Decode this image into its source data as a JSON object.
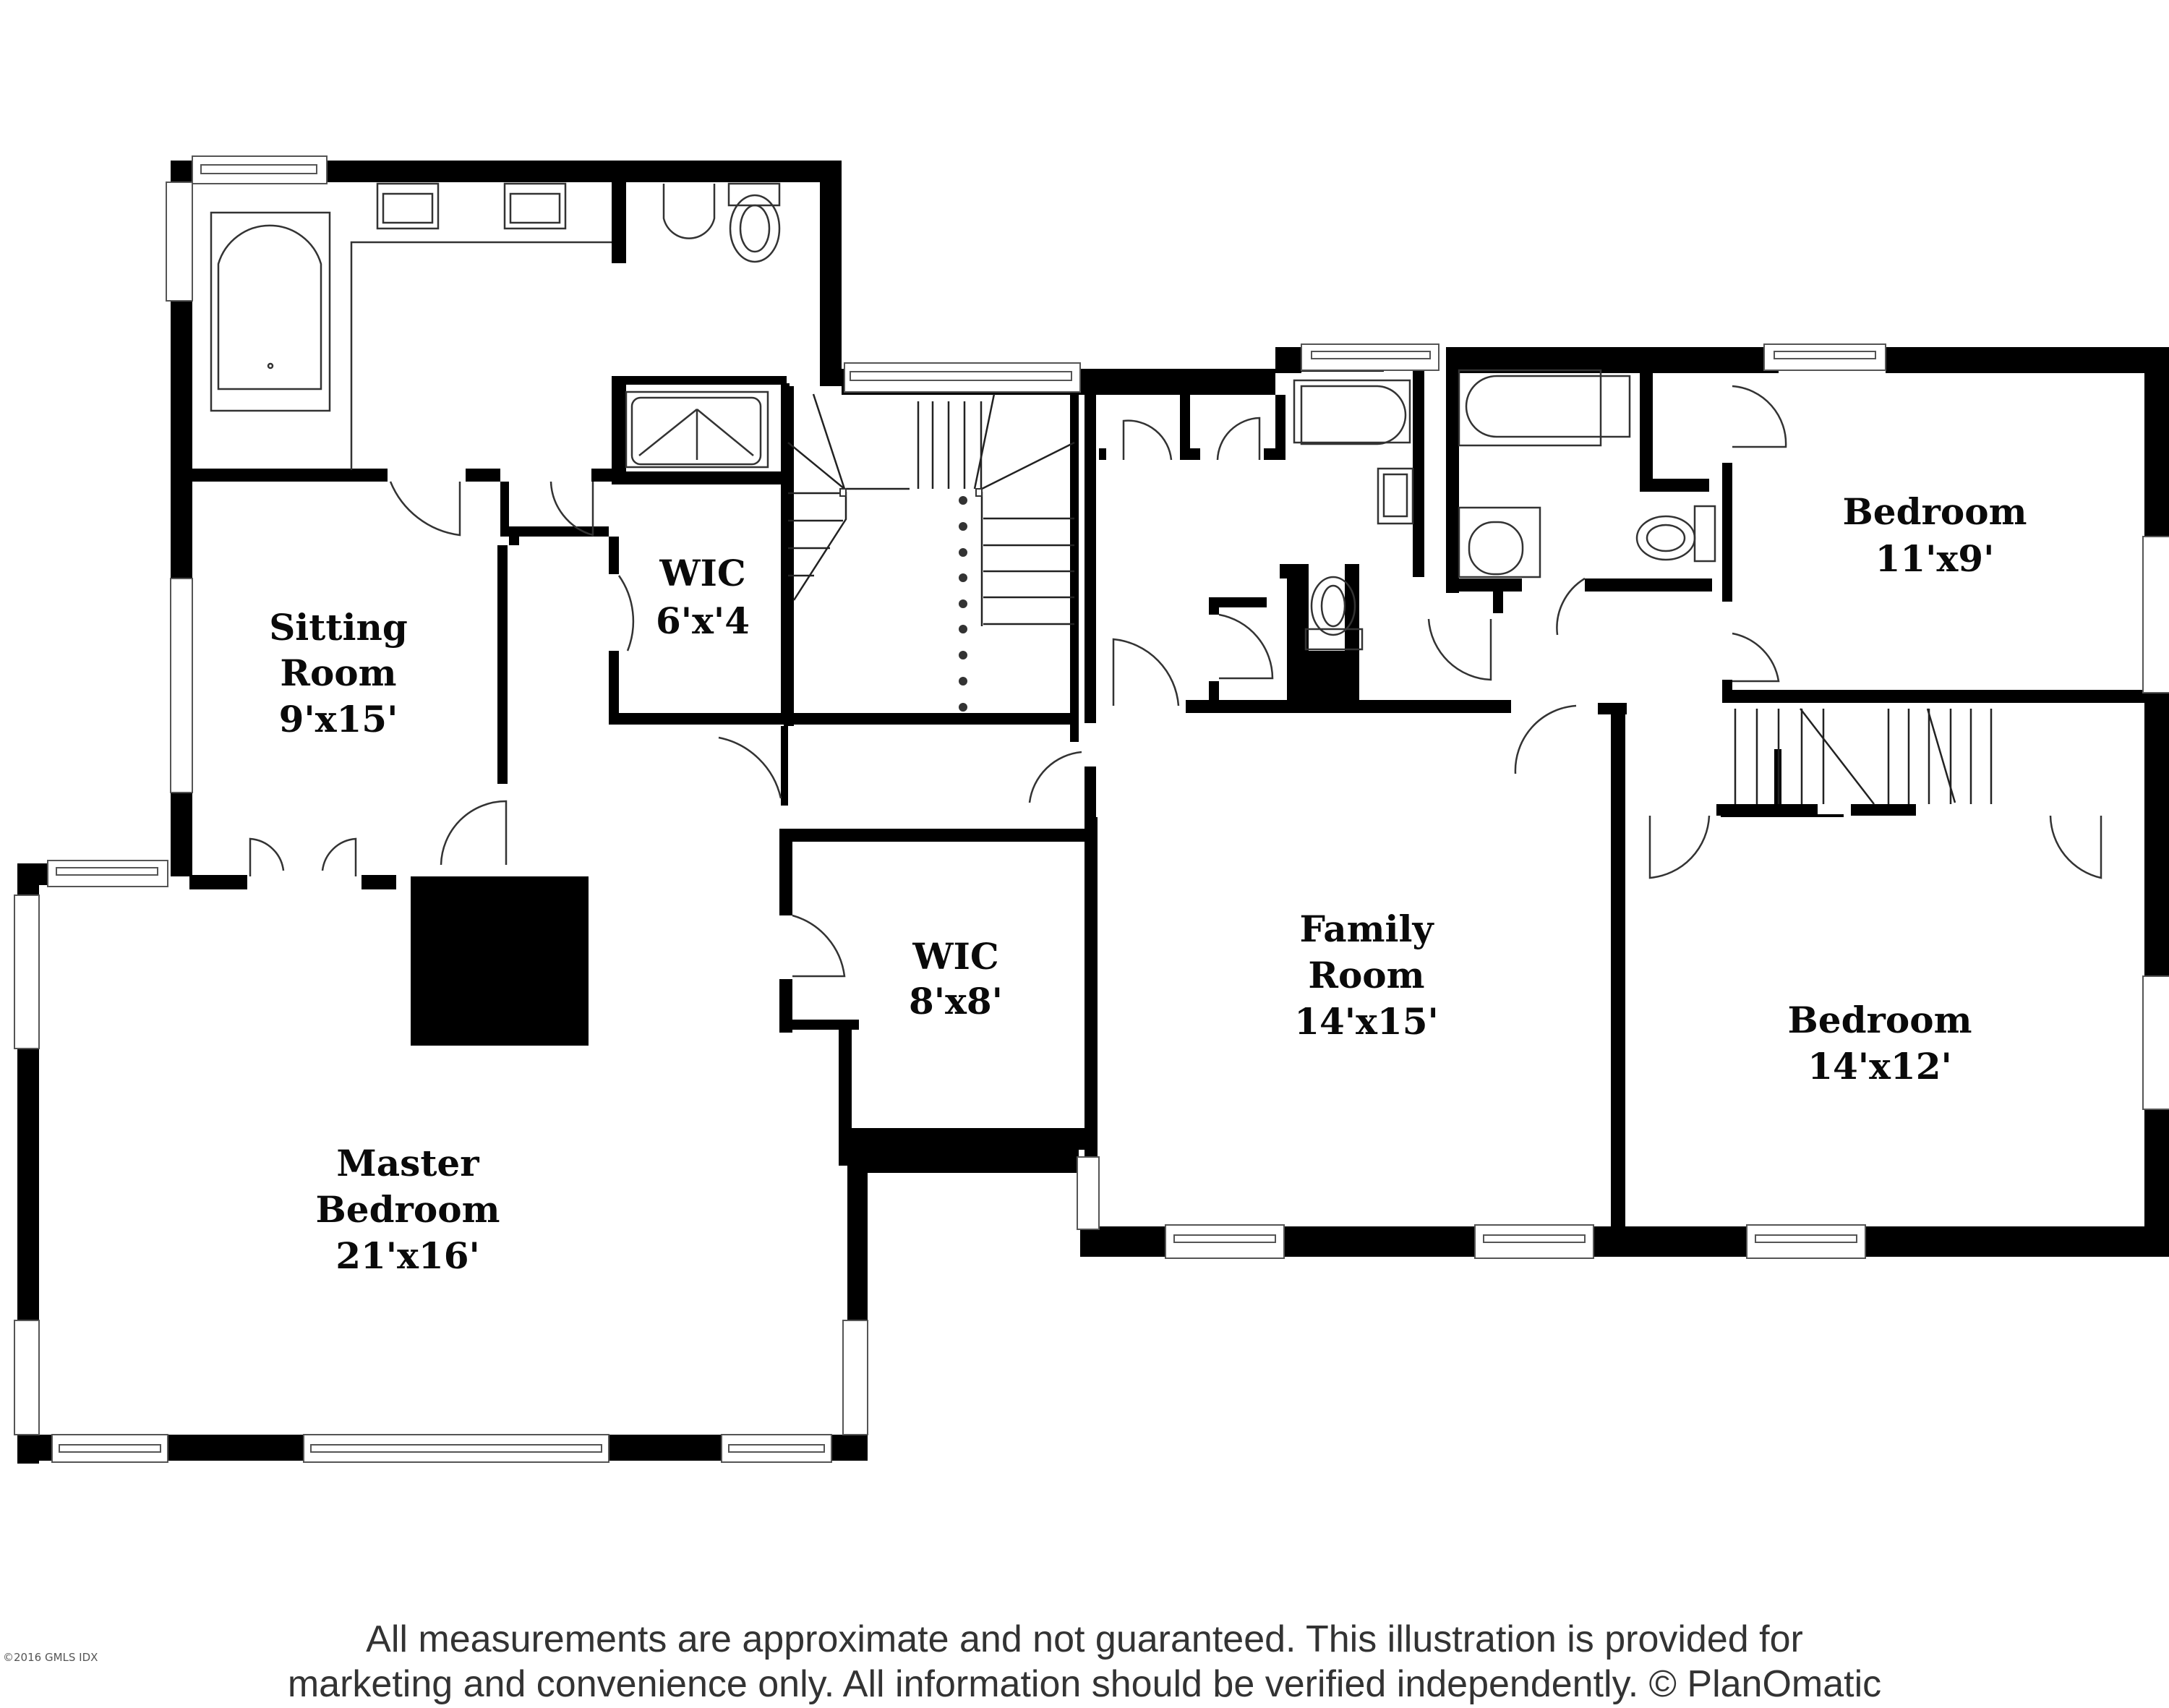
{
  "plan": {
    "rooms": [
      {
        "id": "sitting-room",
        "name_lines": [
          "Sitting",
          "Room"
        ],
        "dims": "9'x15'"
      },
      {
        "id": "wic-small",
        "name_lines": [
          "WIC"
        ],
        "dims": "6'x'4"
      },
      {
        "id": "bedroom-small",
        "name_lines": [
          "Bedroom"
        ],
        "dims": "11'x9'"
      },
      {
        "id": "wic-large",
        "name_lines": [
          "WIC"
        ],
        "dims": "8'x8'"
      },
      {
        "id": "family-room",
        "name_lines": [
          "Family",
          "Room"
        ],
        "dims": "14'x15'"
      },
      {
        "id": "bedroom-large",
        "name_lines": [
          "Bedroom"
        ],
        "dims": "14'x12'"
      },
      {
        "id": "master-bedroom",
        "name_lines": [
          "Master",
          "Bedroom"
        ],
        "dims": "21'x16'"
      }
    ]
  },
  "footer": {
    "disclaimer_line1": "All measurements are approximate and not guaranteed. This illustration is provided for",
    "disclaimer_line2": "marketing and convenience only. All information should be verified independently. © PlanOmatic",
    "watermark": "©2016 GMLS IDX"
  }
}
